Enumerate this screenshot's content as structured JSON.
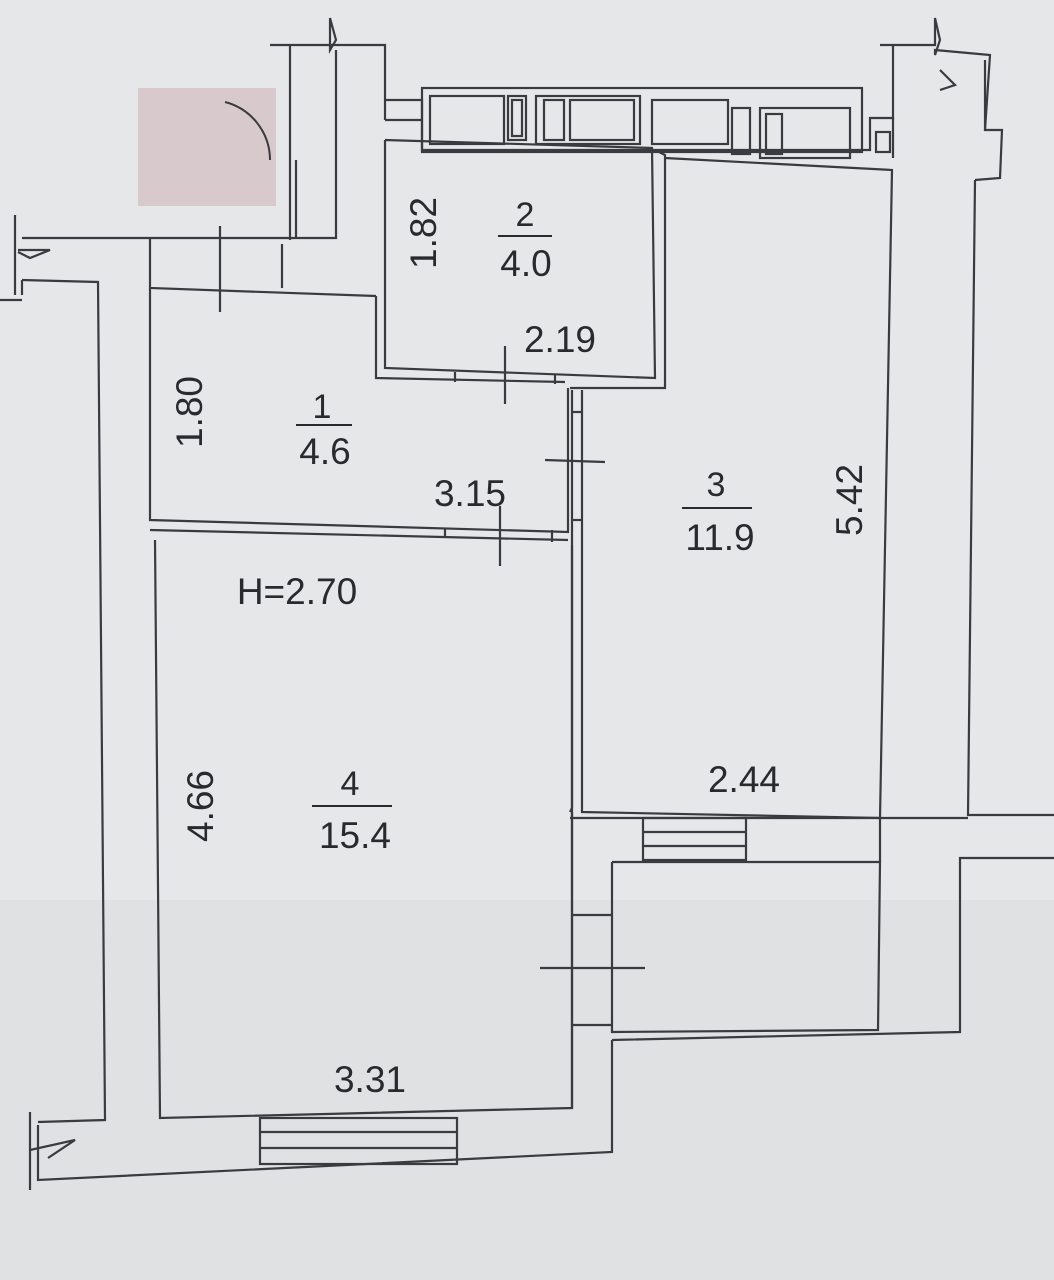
{
  "plan": {
    "ceiling_height": "H=2.70",
    "rooms": [
      {
        "number": "1",
        "area": "4.6",
        "width": "3.15",
        "length": "1.80"
      },
      {
        "number": "2",
        "area": "4.0",
        "width": "2.19",
        "length": "1.82"
      },
      {
        "number": "3",
        "area": "11.9",
        "width": "2.44",
        "length": "5.42"
      },
      {
        "number": "4",
        "area": "15.4",
        "width": "3.31",
        "length": "4.66"
      }
    ],
    "colors": {
      "background": "#dfe0e2",
      "paper": "#e9eaec",
      "line": "#3a3a40",
      "wall_fill": "#e4e5e7",
      "door_mark": "#d8c9cc"
    }
  }
}
